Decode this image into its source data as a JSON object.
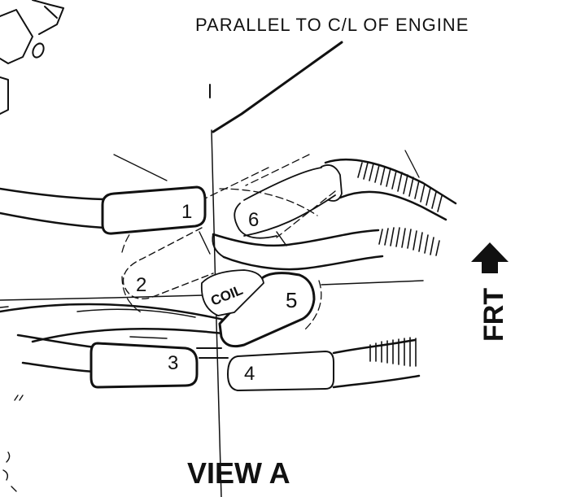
{
  "header": {
    "note": "PARALLEL TO C/L OF ENGINE"
  },
  "center": {
    "label": "COIL"
  },
  "boots": [
    {
      "number": "1"
    },
    {
      "number": "2"
    },
    {
      "number": "3"
    },
    {
      "number": "4"
    },
    {
      "number": "5"
    },
    {
      "number": "6"
    }
  ],
  "direction": {
    "label": "FRT",
    "arrow": "up-arrow-icon"
  },
  "caption": {
    "title": "VIEW A"
  },
  "colors": {
    "ink": "#111111",
    "paper": "#ffffff"
  }
}
